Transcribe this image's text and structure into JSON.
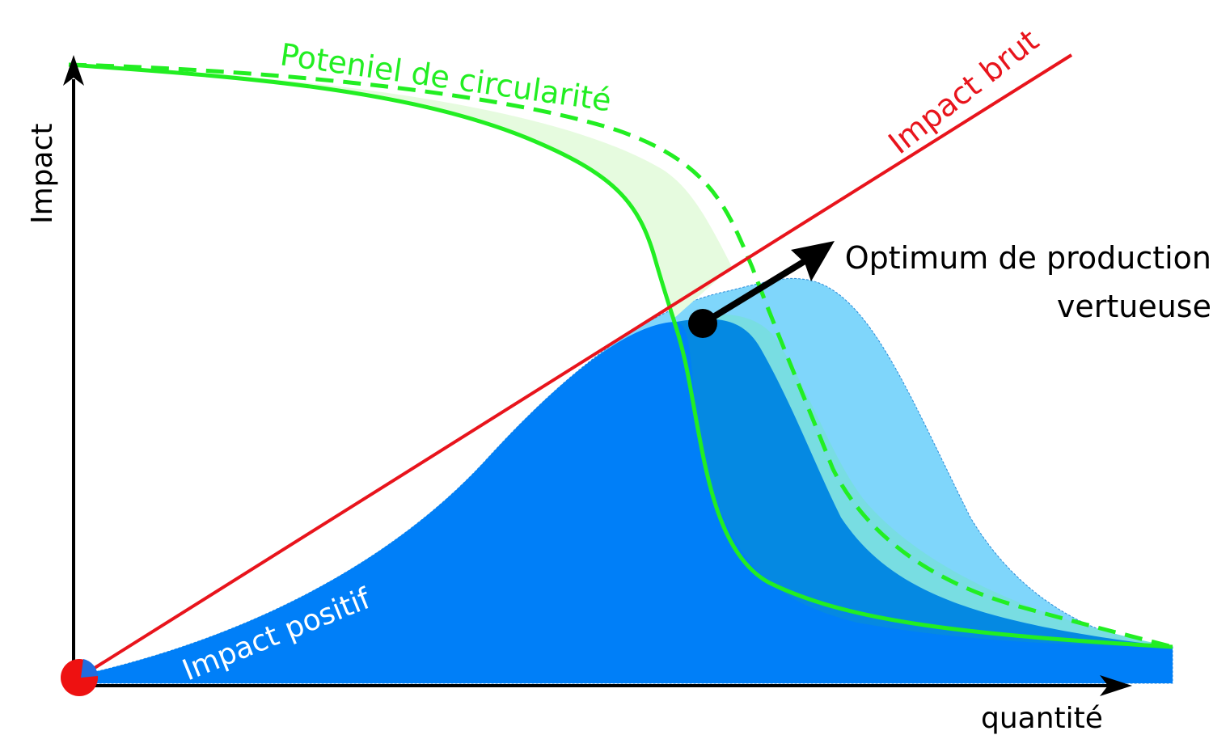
{
  "labels": {
    "y_axis": "Impact",
    "x_axis": "quantité",
    "circularity": "Poteniel de circularité",
    "gross_impact": "Impact brut",
    "positive_impact": "Impact positif",
    "optimum_line1": "Optimum de production",
    "optimum_line2": "vertueuse"
  },
  "colors": {
    "axis": "#000000",
    "gross_impact": "#e8141c",
    "circularity": "#22ee22",
    "circularity_fill": "#e6fbdf",
    "positive_impact": "#007ff8",
    "positive_impact_mid": "#0589e2",
    "positive_impact_light": "#7fd6fb",
    "positive_impact_overlap": "#78dde2",
    "origin_dot": "#ee1111",
    "optimum_dot": "#000000",
    "label_white": "#ffffff"
  },
  "icons": {
    "optimum_arrow": "arrow-up-right-icon"
  }
}
